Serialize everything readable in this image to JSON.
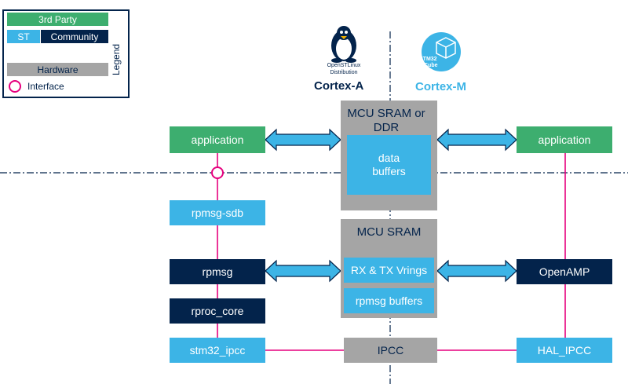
{
  "legend": {
    "title": "Legend",
    "third_party": "3rd Party",
    "st": "ST",
    "community": "Community",
    "hardware": "Hardware",
    "interface": "Interface"
  },
  "cortex_a": {
    "label": "Cortex-A",
    "logo_text_line1": "OpenSTLinux",
    "logo_text_line2": "Distribution"
  },
  "cortex_m": {
    "label": "Cortex-M",
    "logo_text_line1": "STM32",
    "logo_text_line2": "Cube"
  },
  "linux_side": {
    "application": "application",
    "rpmsg_sdb": "rpmsg-sdb",
    "rpmsg": "rpmsg",
    "rproc_core": "rproc_core",
    "stm32_ipcc": "stm32_ipcc"
  },
  "shared_memory": {
    "mcu_sram_or_ddr": "MCU SRAM or DDR",
    "data_buffers": "data buffers",
    "mcu_sram": "MCU SRAM",
    "rx_tx_vrings": "RX & TX Vrings",
    "rpmsg_buffers": "rpmsg buffers",
    "ipcc": "IPCC"
  },
  "mcu_side": {
    "application": "application",
    "openamp": "OpenAMP",
    "hal_ipcc": "HAL_IPCC"
  },
  "colors": {
    "third_party": "#3dae6f",
    "st": "#3cb4e6",
    "community": "#03234b",
    "hardware": "#a5a5a5",
    "interface": "#e6007e",
    "arrow_fill": "#3cb4e6",
    "arrow_stroke": "#03234b"
  },
  "icons": [
    "tux-penguin-icon",
    "stm32cube-icon"
  ]
}
